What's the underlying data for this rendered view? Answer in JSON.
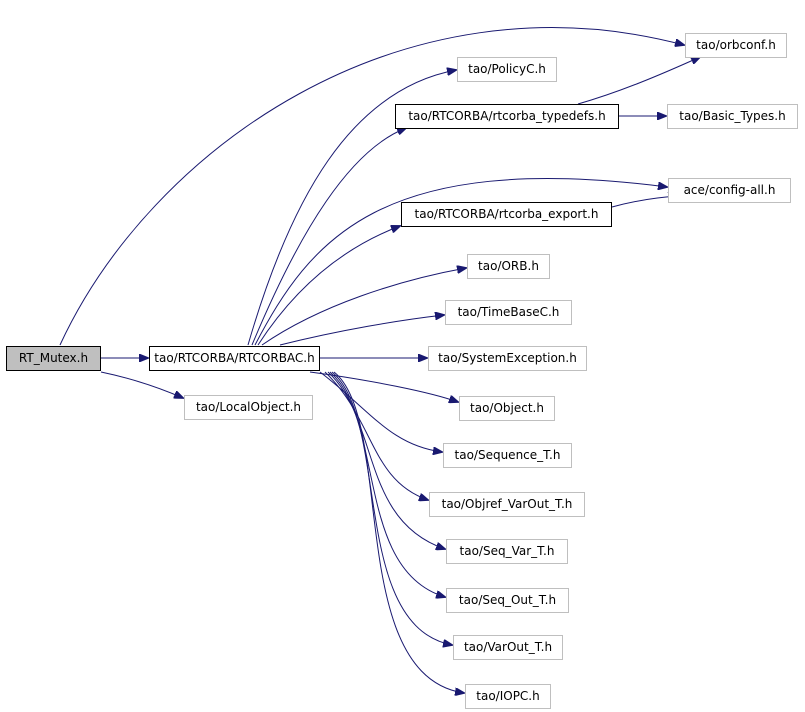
{
  "nodes": {
    "rt_mutex": "RT_Mutex.h",
    "rtcorbac": "tao/RTCORBA/RTCORBAC.h",
    "localobject": "tao/LocalObject.h",
    "orbconf": "tao/orbconf.h",
    "policyc": "tao/PolicyC.h",
    "rtcorba_typedefs": "tao/RTCORBA/rtcorba_typedefs.h",
    "basic_types": "tao/Basic_Types.h",
    "config_all": "ace/config-all.h",
    "rtcorba_export": "tao/RTCORBA/rtcorba_export.h",
    "orb": "tao/ORB.h",
    "timebasec": "tao/TimeBaseC.h",
    "systemexception": "tao/SystemException.h",
    "object": "tao/Object.h",
    "sequence_t": "tao/Sequence_T.h",
    "objref_varout_t": "tao/Objref_VarOut_T.h",
    "seq_var_t": "tao/Seq_Var_T.h",
    "seq_out_t": "tao/Seq_Out_T.h",
    "varout_t": "tao/VarOut_T.h",
    "iopc": "tao/IOPC.h"
  },
  "colors": {
    "edge": "#191970",
    "root_fill": "#bfbfbf",
    "node_border": "#bfbfbf",
    "strong_border": "#000000"
  }
}
